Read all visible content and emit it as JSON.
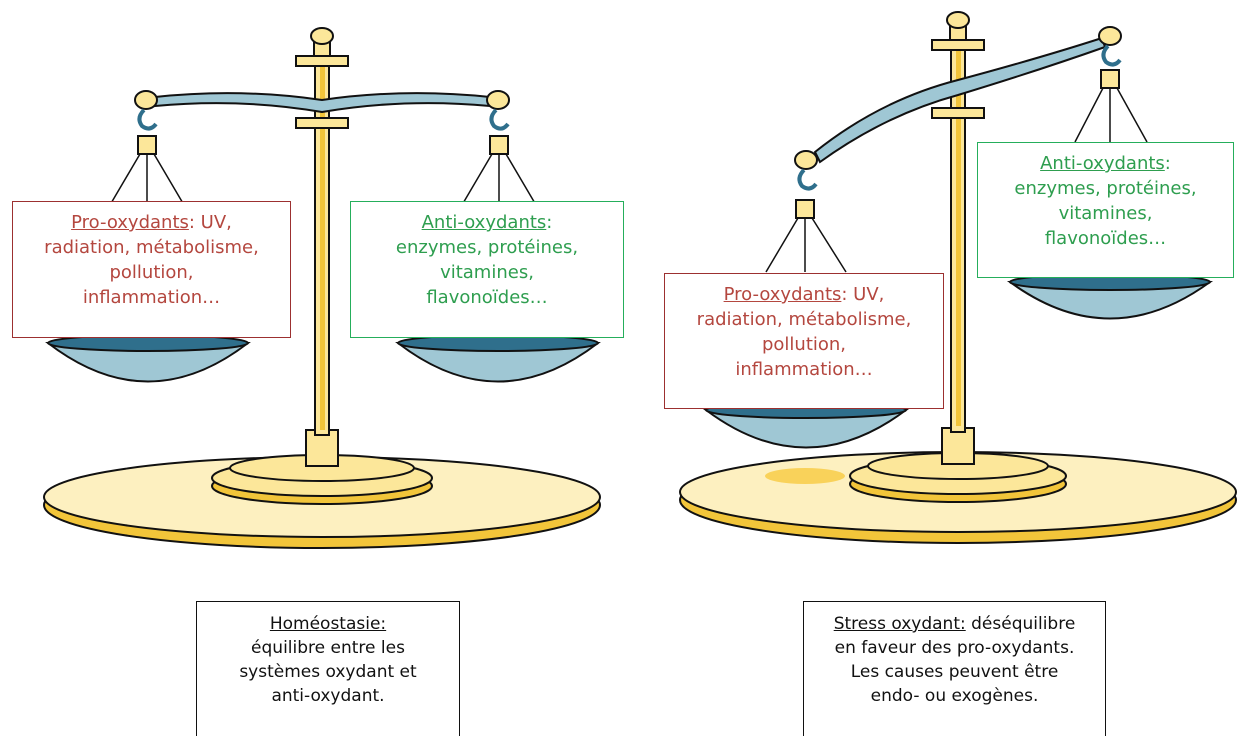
{
  "left_scale": {
    "pro": {
      "title": "Pro-oxydants",
      "rest": ": UV,",
      "lines": [
        "radiation, métabolisme,",
        "pollution,",
        "inflammation…"
      ]
    },
    "anti": {
      "title": "Anti-oxydants",
      "rest": ":",
      "lines": [
        "enzymes, protéines,",
        "vitamines,",
        "flavonoïdes…"
      ]
    },
    "caption": {
      "title": "Homéostasie:",
      "rest": "",
      "lines": [
        "équilibre entre les",
        "systèmes oxydant et",
        "anti-oxydant."
      ]
    }
  },
  "right_scale": {
    "pro": {
      "title": "Pro-oxydants",
      "rest": ": UV,",
      "lines": [
        "radiation, métabolisme,",
        "pollution,",
        "inflammation…"
      ]
    },
    "anti": {
      "title": "Anti-oxydants",
      "rest": ":",
      "lines": [
        "enzymes, protéines,",
        "vitamines,",
        "flavonoïdes…"
      ]
    },
    "caption": {
      "title": "Stress oxydant:",
      "rest": " déséquilibre",
      "lines": [
        "en faveur des pro-oxydants.",
        "Les causes peuvent être",
        "endo- ou exogènes."
      ]
    }
  },
  "colors": {
    "gold": "#fbe79a",
    "gold_dark": "#f2c53a",
    "blue": "#9fc7d4",
    "blue_dark": "#2f6f8c",
    "pro_text": "#b4473f",
    "anti_text": "#2e9e4f"
  }
}
